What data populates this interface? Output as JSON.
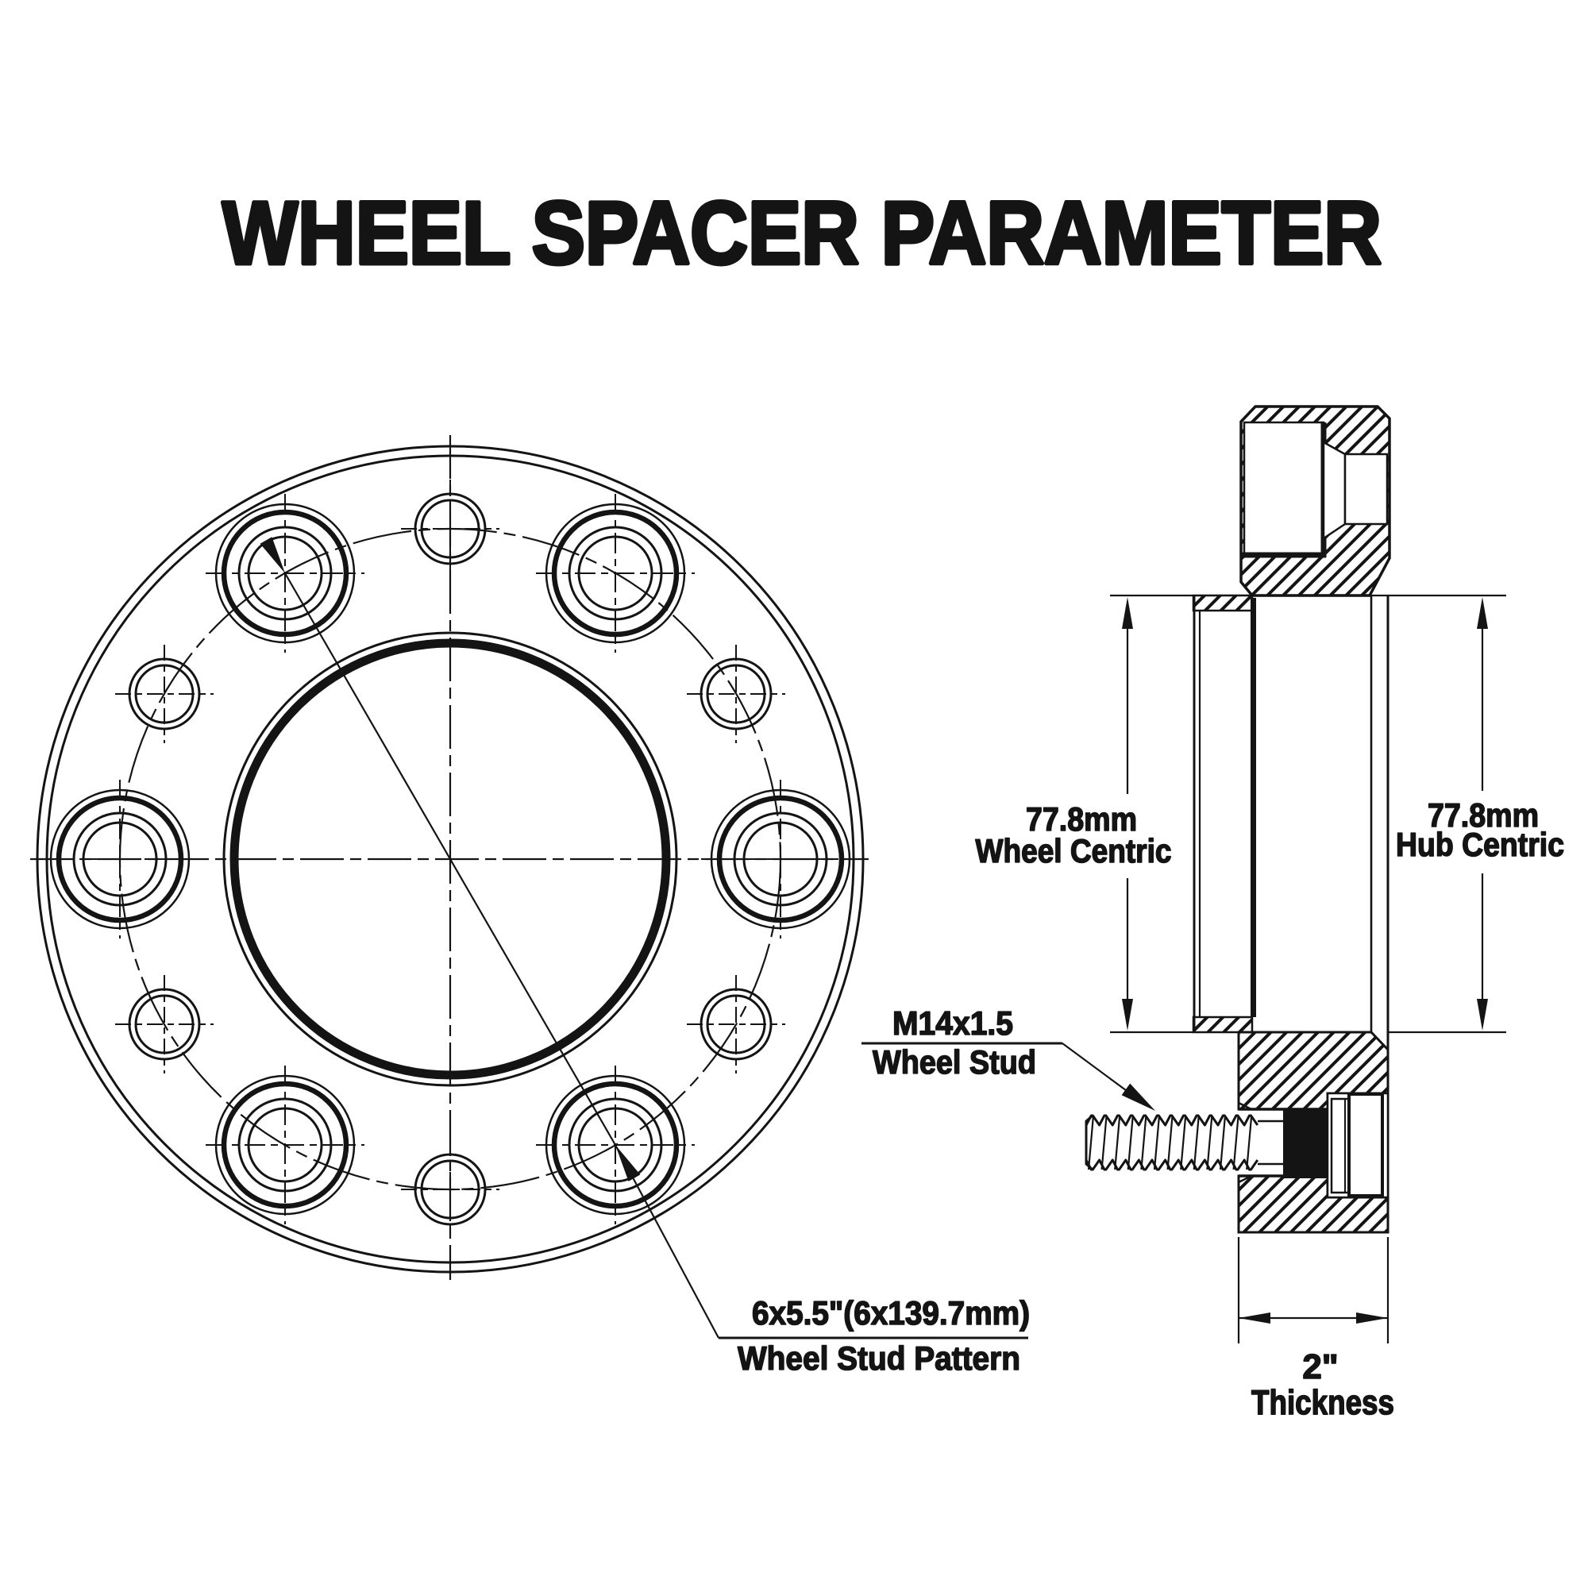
{
  "title": "WHEEL SPACER PARAMETER",
  "colors": {
    "ink": "#141414",
    "paper": "#ffffff"
  },
  "front_view": {
    "description": "front view of 6-lug wheel spacer flange",
    "lug_hole_count": 6,
    "small_hole_count": 6,
    "stud_pattern": {
      "value": "6x5.5\"(6x139.7mm)",
      "label": "Wheel Stud Pattern"
    }
  },
  "side_view": {
    "description": "side cross-section of wheel spacer with pressed-in stud",
    "wheel_centric": {
      "value": "77.8mm",
      "label": "Wheel Centric"
    },
    "hub_centric": {
      "value": "77.8mm",
      "label": "Hub Centric"
    },
    "wheel_stud": {
      "value": "M14x1.5",
      "label": "Wheel Stud"
    },
    "thickness": {
      "value": "2\"",
      "label": "Thickness"
    }
  }
}
